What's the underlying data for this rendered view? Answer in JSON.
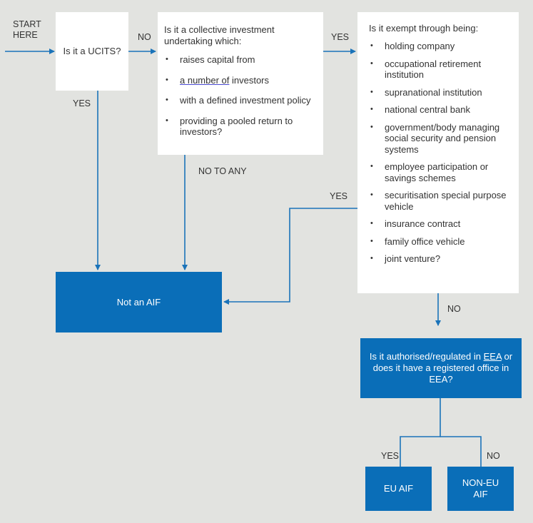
{
  "start_label": "START\nHERE",
  "q_ucits": "Is it a UCITS?",
  "label_no_1": "NO",
  "label_yes_1": "YES",
  "q_collective": "Is it a collective investment undertaking which:",
  "collective_criteria": [
    "raises capital from",
    "a number of investors",
    "with a defined investment policy",
    "providing a pooled return to investors?"
  ],
  "collective_underlined": "a number of",
  "label_no_to_any": "NO TO ANY",
  "label_yes_2": "YES",
  "q_exempt": "Is it exempt through being:",
  "exemptions": [
    "holding company",
    "occupational retirement institution",
    "supranational institution",
    "national central bank",
    "government/body managing social security and pension systems",
    "employee participation or savings schemes",
    "securitisation special purpose vehicle",
    "insurance contract",
    "family office vehicle",
    "joint venture?"
  ],
  "label_yes_3": "YES",
  "label_no_2": "NO",
  "result_not_aif": "Not an AIF",
  "q_eea_part1": "Is it authorised/regulated in ",
  "q_eea_link": "EEA",
  "q_eea_part2": " or does it have a registered office in EEA?",
  "label_yes_4": "YES",
  "label_no_3": "NO",
  "result_eu_aif": "EU AIF",
  "result_non_eu_aif": "NON-EU AIF",
  "colors": {
    "blue": "#0a6eb8",
    "line": "#1a73b9",
    "background": "#e2e3e0",
    "box": "#ffffff"
  }
}
